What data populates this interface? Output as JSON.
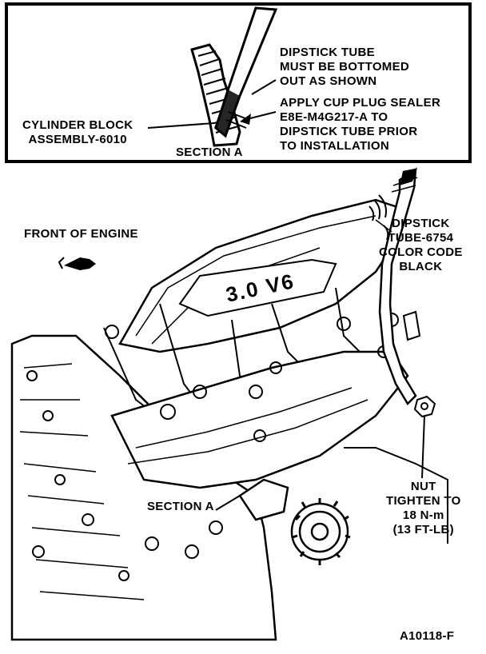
{
  "inset": {
    "tube_note": [
      "DIPSTICK TUBE",
      "MUST BE BOTTOMED",
      "OUT AS SHOWN"
    ],
    "sealer_note": [
      "APPLY CUP PLUG SEALER",
      "E8E-M4G217-A TO",
      "DIPSTICK TUBE PRIOR",
      "TO INSTALLATION"
    ],
    "block_label": [
      "CYLINDER BLOCK",
      "ASSEMBLY-6010"
    ],
    "section_label": "SECTION A"
  },
  "main": {
    "front_label": "FRONT OF ENGINE",
    "dipstick_label": [
      "DIPSTICK",
      "TUBE-6754",
      "COLOR CODE",
      "BLACK"
    ],
    "engine_badge": "3.0 V6",
    "section_callout": "SECTION A",
    "nut_label": [
      "NUT",
      "TIGHTEN TO",
      "18 N-m",
      "(13 FT-LB)"
    ],
    "figure_id": "A10118-F"
  }
}
